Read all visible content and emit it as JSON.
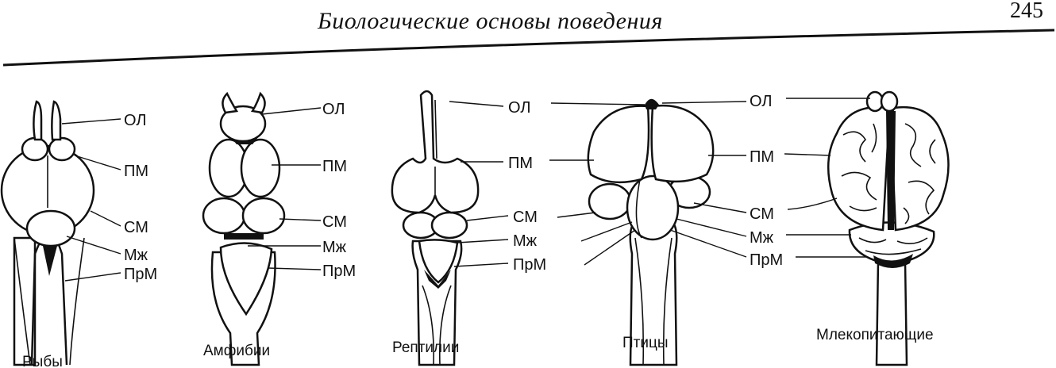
{
  "header": {
    "title": "Биологические основы поведения",
    "page_number": "245"
  },
  "labels": {
    "ol": "ОЛ",
    "pm": "ПМ",
    "sm": "СМ",
    "mzh": "Мж",
    "prm": "ПрМ"
  },
  "captions": {
    "fish": "Рыбы",
    "amphibians": "Амфибии",
    "reptiles": "Рептилии",
    "birds": "Птицы",
    "mammals": "Млекопитающие"
  }
}
